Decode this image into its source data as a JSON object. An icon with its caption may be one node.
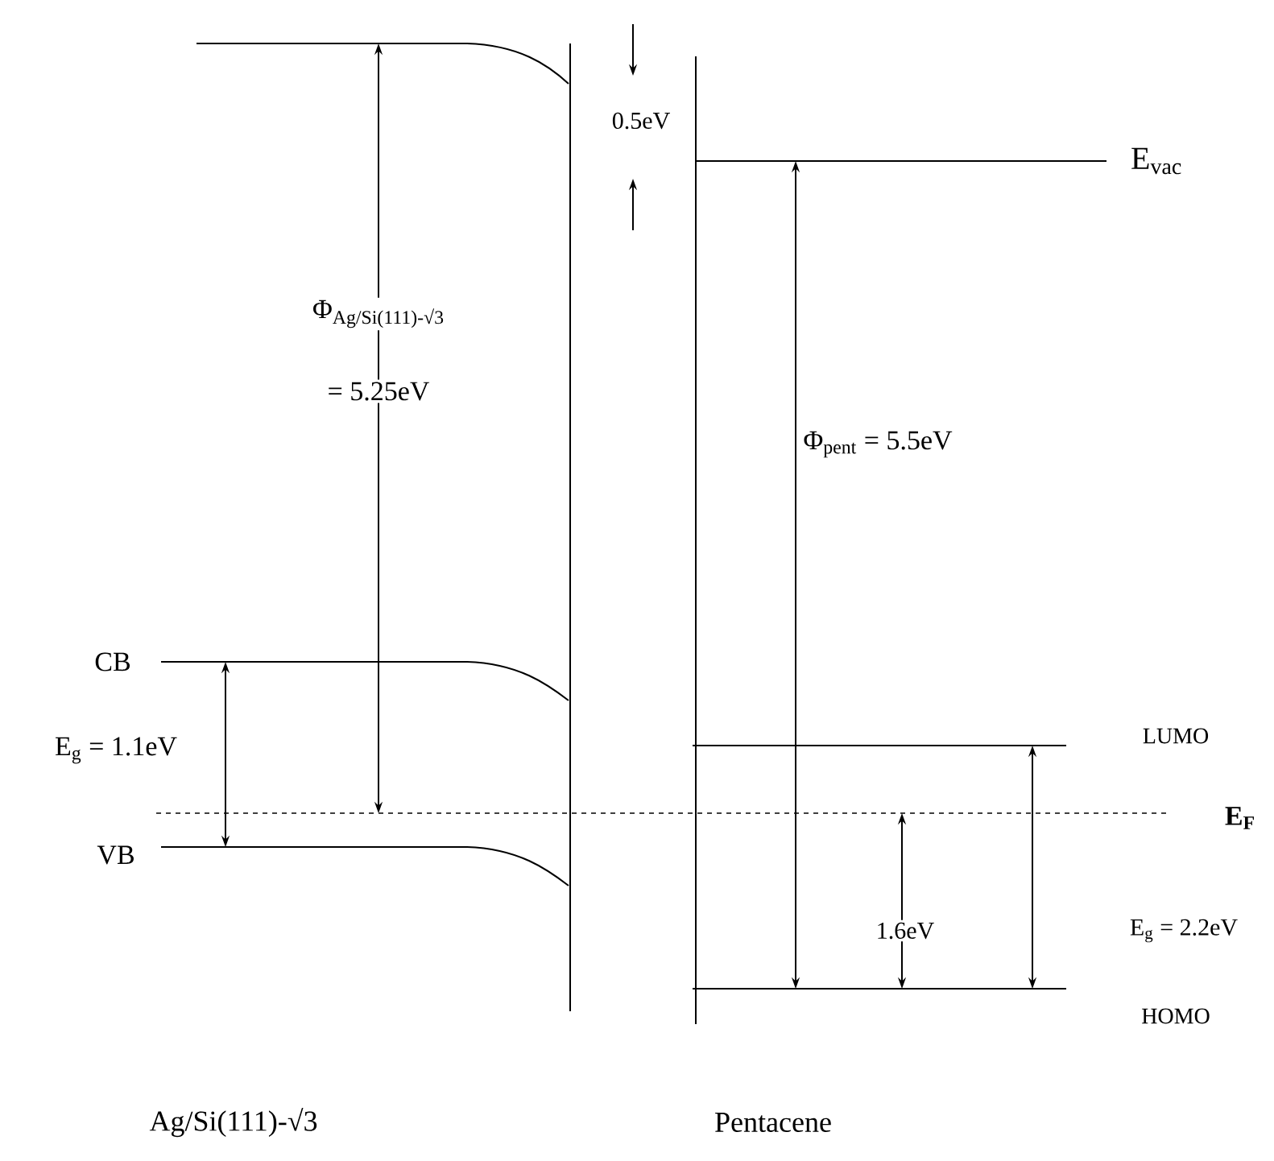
{
  "diagram": {
    "labels": [
      "0.5eV",
      "E$_{vac}$",
      "Φ$_{Ag/Si(111)-√3}$",
      "= 5.25eV",
      "Φ$_{pent}$ = 5.5eV",
      "CB",
      "E$_{g}$ = 1.1eV",
      "LUMO",
      "E$_{F}$",
      "VB",
      "1.6eV",
      "E$_{g}$ = 2.2eV",
      "HOMO",
      "Ag/Si(111)-√3",
      "Pentacene"
    ]
  }
}
